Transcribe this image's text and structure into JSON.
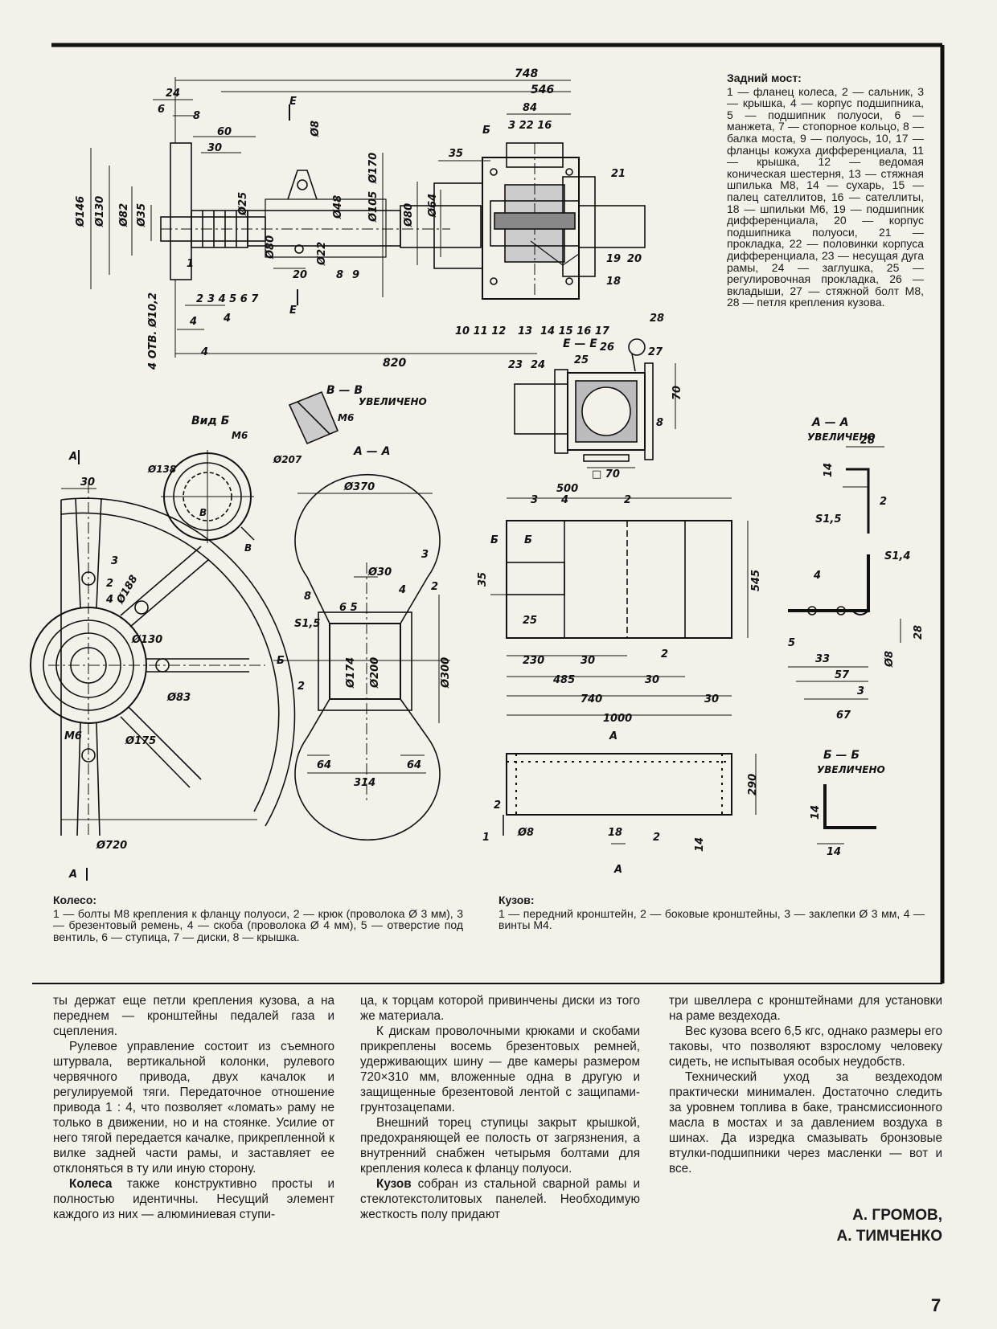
{
  "rear_axle_legend": {
    "title": "Задний мост:",
    "text": "1 — фланец колеса, 2 — сальник, 3 — крышка, 4 — корпус подшипника, 5 — подшипник полуоси, 6 — манжета, 7 — стопорное кольцо, 8 — балка моста, 9 — полуось, 10, 17 — фланцы кожуха дифференциала, 11 — крышка, 12 — ведомая коническая шестерня, 13 — стяжная шпилька М8, 14 — сухарь, 15 — палец сателлитов, 16 — сателлиты, 18 — шпильки М6, 19 — подшипник дифференциала, 20 — корпус подшипника полуоси, 21 — прокладка, 22 — половинки корпуса дифференциала, 23 — несущая дуга рамы, 24 — заглушка, 25 — регулировочная прокладка, 26 — вкладыши, 27 — стяжной болт М8, 28 — петля крепления кузова."
  },
  "wheel_legend": {
    "title": "Колесо:",
    "text": "1 — болты М8 крепления к фланцу полуоси, 2 — крюк (проволока Ø 3 мм), 3 — брезентовый ремень, 4 — скоба (проволока Ø 4 мм), 5 — отверстие под вентиль, 6 — ступица, 7 — диски, 8 — крышка."
  },
  "body_legend": {
    "title": "Кузов:",
    "text": "1 — передний кронштейн, 2 — боковые кронштейны, 3 — заклепки Ø 3 мм, 4 — винты М4."
  },
  "drawing_labels": {
    "vid_b": "Вид Б",
    "section_bb": "В — В",
    "enlarged": "УВЕЛИЧЕНО",
    "section_aa": "А — А",
    "section_ee": "Е — Е",
    "section_bb2": "Б — Б",
    "m6": "М6",
    "holes": "4 ОТВ. Ø10,2"
  },
  "dimensions": {
    "rear_axle": [
      "748",
      "546",
      "24",
      "84",
      "60",
      "30",
      "35",
      "Ø146",
      "Ø130",
      "Ø82",
      "Ø35",
      "Ø25",
      "Ø80",
      "Ø22",
      "Ø48",
      "Ø105",
      "Ø170",
      "Ø80",
      "Ø64",
      "Ø8",
      "820",
      "20",
      "4",
      "4",
      "6",
      "8",
      "3"
    ],
    "wheel": [
      "30",
      "Ø138",
      "Ø207",
      "Ø188",
      "Ø130",
      "Ø83",
      "Ø175",
      "Ø720"
    ],
    "hub": [
      "Ø370",
      "Ø30",
      "Ø174",
      "Ø200",
      "Ø300",
      "S1,5",
      "64",
      "64",
      "314"
    ],
    "body": [
      "500",
      "545",
      "35",
      "25",
      "230",
      "30",
      "485",
      "30",
      "740",
      "30",
      "1000",
      "290",
      "Ø8",
      "18",
      "14",
      "2"
    ],
    "details": [
      "28",
      "14",
      "S1,5",
      "S1,4",
      "2",
      "5",
      "33",
      "57",
      "3",
      "67",
      "Ø8",
      "28",
      "14",
      "14",
      "70",
      "70"
    ]
  },
  "article": {
    "col1": [
      "ты держат еще петли крепления кузова, а на переднем — кронштейны педалей газа и сцепления.",
      "Рулевое управление состоит из съемного штурвала, вертикальной колонки, рулевого червячного привода, двух качалок и регулируемой тяги. Передаточное отношение привода 1 : 4, что позволяет «ломать» раму не только в движении, но и на стоянке. Усилие от него тягой передается качалке, прикрепленной к вилке задней части рамы, и заставляет ее отклоняться в ту или иную сторону."
    ],
    "col1_p3_lead": "Колеса",
    "col1_p3": " также конструктивно просты и полностью идентичны. Несущий элемент каждого из них — алюминиевая ступи-",
    "col2": [
      "ца, к торцам которой привинчены диски из того же материала.",
      "К дискам проволочными крюками и скобами прикреплены восемь брезентовых ремней, удерживающих шину — две камеры размером 720×310 мм, вложенные одна в другую и защищенные брезентовой лентой с защипами-грунтозацепами.",
      "Внешний торец ступицы закрыт крышкой, предохраняющей ее полость от загрязнения, а внутренний снабжен четырьмя болтами для крепления колеса к фланцу полуоси."
    ],
    "col2_p4_lead": "Кузов",
    "col2_p4": " собран из стальной сварной рамы и стеклотекстолитовых панелей. Необходимую жесткость полу придают",
    "col3": [
      "три швеллера с кронштейнами для установки на раме вездехода.",
      "Вес кузова всего 6,5 кгс, однако размеры его таковы, что позволяют взрослому человеку сидеть, не испытывая особых неудобств.",
      "Технический уход за вездеходом практически минимален. Достаточно следить за уровнем топлива в баке, трансмиссионного масла в мостах и за давлением воздуха в шинах. Да изредка смазывать бронзовые втулки-подшипники через масленки — вот и все."
    ],
    "signature": [
      "А. ГРОМОВ,",
      "А. ТИМЧЕНКО"
    ],
    "page_number": "7"
  }
}
